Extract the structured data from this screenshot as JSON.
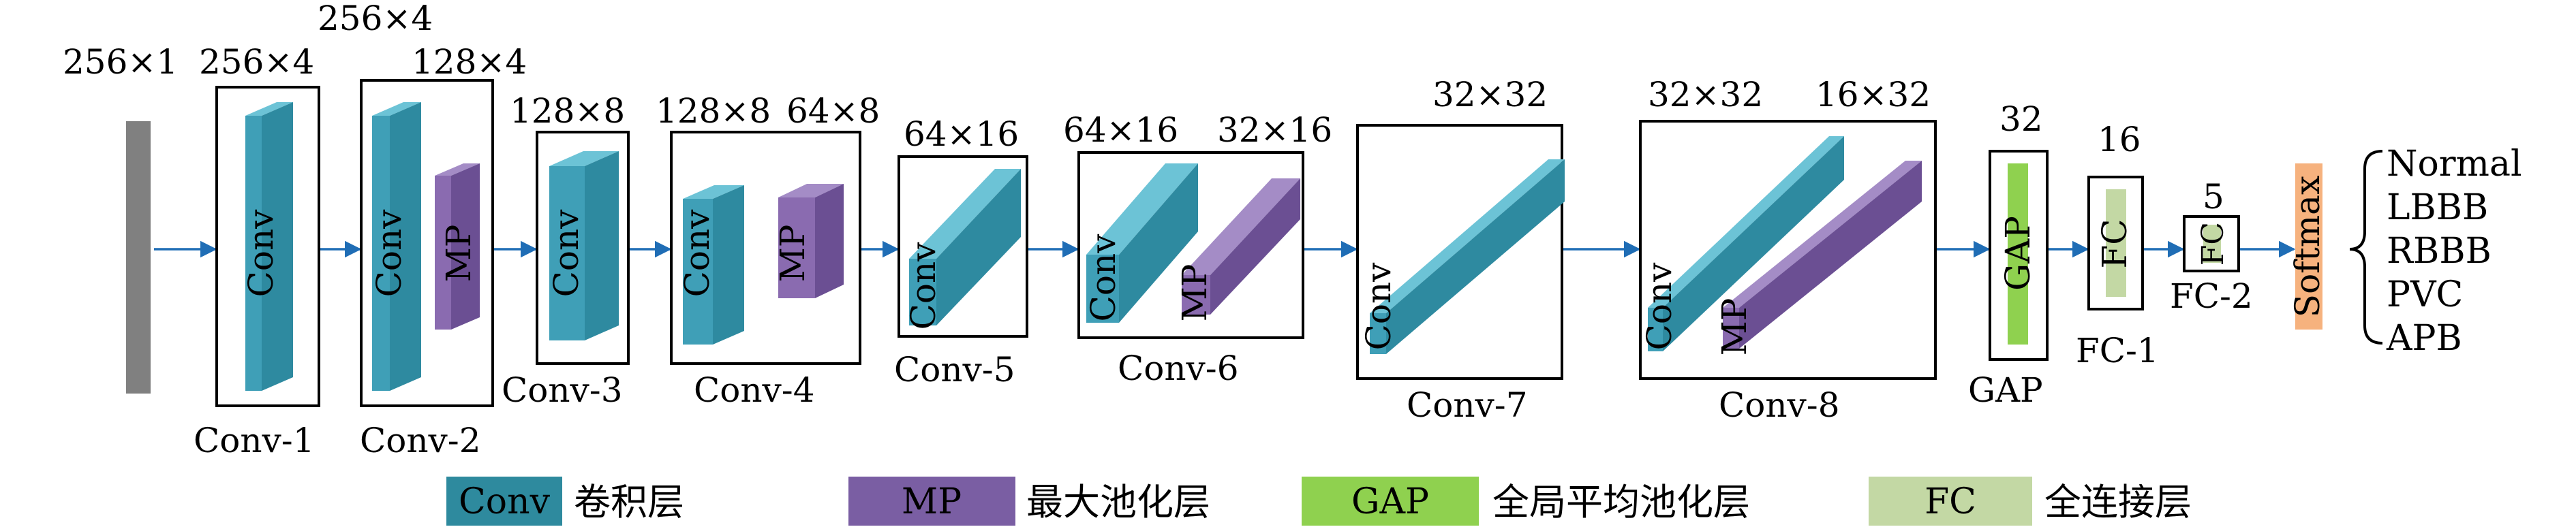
{
  "colors": {
    "conv": "#3f9fb7",
    "mp": "#8a6bb0",
    "gap": "#8fd14f",
    "fc": "#c3d8a4",
    "softmax": "#f6b27e",
    "input": "#808080",
    "arrow": "#1f6db5",
    "legend_conv": "#2e8a9e",
    "legend_mp": "#7a5ea3",
    "legend_gap": "#8fd14f",
    "legend_fc": "#c3d8a4"
  },
  "dims": {
    "input": "256×1",
    "conv1": "256×4",
    "conv2_top": "256×4",
    "conv2_mp": "128×4",
    "conv3": "128×8",
    "conv4_conv": "128×8",
    "conv4_mp": "64×8",
    "conv5": "64×16",
    "conv6_conv": "64×16",
    "conv6_mp": "32×16",
    "conv7": "32×32",
    "conv8_conv": "32×32",
    "conv8_mp": "16×32",
    "gap": "32",
    "fc1": "16",
    "fc2": "5"
  },
  "blocks": {
    "conv1": "Conv-1",
    "conv2": "Conv-2",
    "conv3": "Conv-3",
    "conv4": "Conv-4",
    "conv5": "Conv-5",
    "conv6": "Conv-6",
    "conv7": "Conv-7",
    "conv8": "Conv-8",
    "gap": "GAP",
    "fc1": "FC-1",
    "fc2": "FC-2"
  },
  "inner": {
    "conv": "Conv",
    "mp": "MP",
    "gap": "GAP",
    "fc": "FC",
    "softmax": "Softmax"
  },
  "classes": [
    "Normal",
    "LBBB",
    "RBBB",
    "PVC",
    "APB"
  ],
  "legend": [
    {
      "key": "Conv",
      "desc": "卷积层"
    },
    {
      "key": "MP",
      "desc": "最大池化层"
    },
    {
      "key": "GAP",
      "desc": "全局平均池化层"
    },
    {
      "key": "FC",
      "desc": "全连接层"
    }
  ]
}
